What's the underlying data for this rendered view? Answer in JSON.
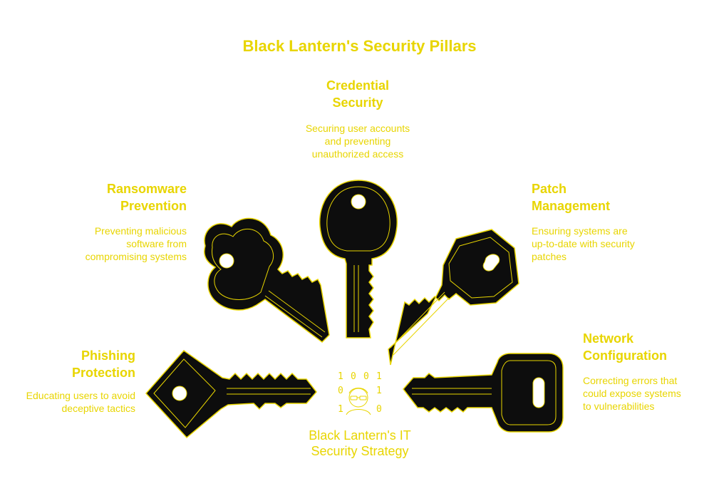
{
  "title": "Black Lantern's Security Pillars",
  "center": {
    "label": "Black Lantern's IT\nSecurity Strategy",
    "binary_digits": [
      "1",
      "0",
      "0",
      "1",
      "0",
      "1",
      "1",
      "0"
    ],
    "icon": "hacker-icon"
  },
  "pillars": {
    "credential": {
      "heading": "Credential\nSecurity",
      "description": "Securing user accounts\nand preventing\nunauthorized access"
    },
    "ransomware": {
      "heading": "Ransomware\nPrevention",
      "description": "Preventing malicious\nsoftware from\ncompromising systems"
    },
    "patch": {
      "heading": "Patch\nManagement",
      "description": "Ensuring systems are\nup-to-date with security\npatches"
    },
    "phishing": {
      "heading": "Phishing\nProtection",
      "description": "Educating users to avoid\ndeceptive tactics"
    },
    "network": {
      "heading": "Network\nConfiguration",
      "description": "Correcting errors that\ncould expose systems\nto vulnerabilities"
    }
  },
  "colors": {
    "accent": "#e8d500",
    "key_fill": "#0d0d0d",
    "background": "#ffffff"
  }
}
